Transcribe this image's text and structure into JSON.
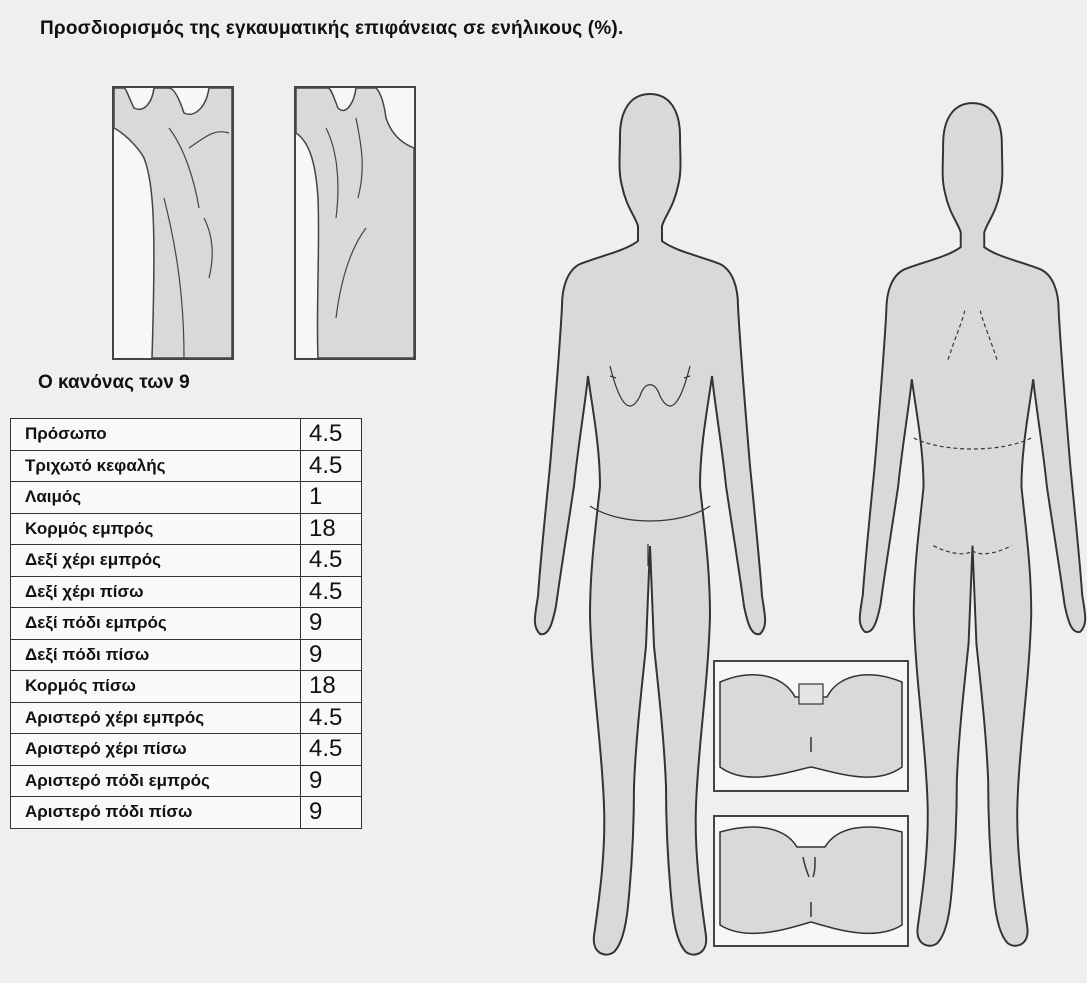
{
  "title": "Προσδιορισμός της εγκαυματικής επιφάνειας σε ενήλικους (%).",
  "rule_label": "Ο κανόνας των 9",
  "table": [
    {
      "label": "Πρόσωπο",
      "value": "4.5"
    },
    {
      "label": "Τριχωτό κεφαλής",
      "value": "4.5"
    },
    {
      "label": "Λαιμός",
      "value": "1"
    },
    {
      "label": "Κορμός εμπρός",
      "value": "18"
    },
    {
      "label": "Δεξί χέρι εμπρός",
      "value": "4.5"
    },
    {
      "label": "Δεξί χέρι πίσω",
      "value": "4.5"
    },
    {
      "label": "Δεξί πόδι εμπρός",
      "value": "9"
    },
    {
      "label": "Δεξί πόδι πίσω",
      "value": "9"
    },
    {
      "label": "Κορμός πίσω",
      "value": "18"
    },
    {
      "label": "Αριστερό χέρι εμπρός",
      "value": "4.5"
    },
    {
      "label": "Αριστερό χέρι πίσω",
      "value": "4.5"
    },
    {
      "label": "Αριστερό πόδι εμπρός",
      "value": "9"
    },
    {
      "label": "Αριστερό πόδι πίσω",
      "value": "9"
    }
  ],
  "colors": {
    "fill": "#d9d9d9",
    "stroke": "#333333"
  }
}
